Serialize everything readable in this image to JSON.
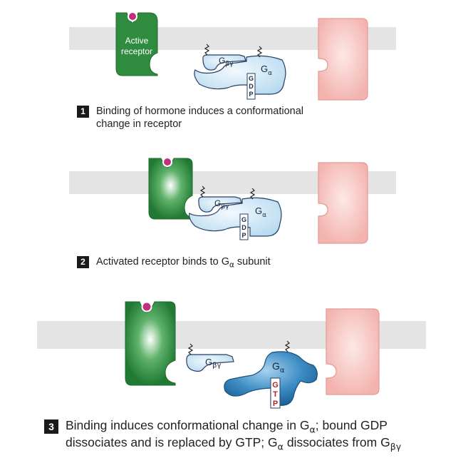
{
  "colors": {
    "membrane": "#e4e4e4",
    "receptor_green": "#2e8b3e",
    "receptor_dark": "#1f6a2c",
    "hormone": "#c0307f",
    "effector_pink": "#f6c6c2",
    "effector_border": "#e39a96",
    "g_light": "#cde6f6",
    "g_dark": "#1d6fa8",
    "g_stroke": "#2a3e63",
    "gtp_red": "#b0242a"
  },
  "labels": {
    "active_receptor": "Active receptor",
    "g_letter": "G",
    "beta_gamma": "βγ",
    "alpha": "α",
    "gdp": [
      "G",
      "D",
      "P"
    ],
    "gtp": [
      "G",
      "T",
      "P"
    ]
  },
  "steps": [
    {
      "number": "1",
      "line1": "Binding of hormone induces a conformational",
      "line2": "change in receptor"
    },
    {
      "number": "2",
      "text_before": "Activated receptor binds to G",
      "sub": "α",
      "text_after": " subunit"
    },
    {
      "number": "3",
      "line1_a": "Binding induces conformational change in G",
      "line1_sub": "α",
      "line1_b": "; bound GDP",
      "line2_a": "dissociates and is replaced by GTP; G",
      "line2_sub1": "α",
      "line2_b": " dissociates from G",
      "line2_sub2": "βγ"
    }
  ]
}
